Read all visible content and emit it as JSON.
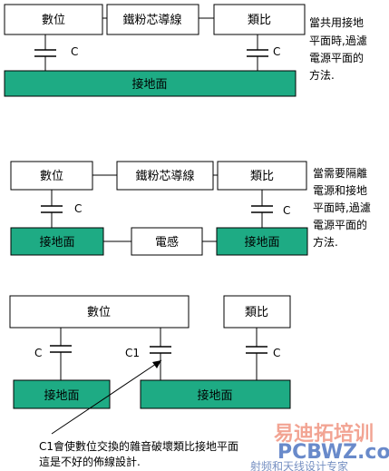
{
  "section1": {
    "digital": "數位",
    "ferrite": "鐵粉芯導線",
    "analog": "類比",
    "c_left": "C",
    "c_right": "C",
    "ground": "接地面",
    "note": [
      "當共用接地",
      "平面時,過濾",
      "電源平面的",
      "方法."
    ]
  },
  "section2": {
    "digital": "數位",
    "ferrite": "鐵粉芯導線",
    "analog": "類比",
    "c_left": "C",
    "c_right": "C",
    "ground_left": "接地面",
    "inductor": "電感",
    "ground_right": "接地面",
    "note": [
      "當需要隔離",
      "電源和接地",
      "平面時,過濾",
      "電源平面的",
      "方法."
    ]
  },
  "section3": {
    "digital": "數位",
    "analog": "類比",
    "c_left": "C",
    "c1": "C1",
    "c_right": "C",
    "ground_left": "接地面",
    "ground_right": "接地面",
    "note": [
      "C1會使數位交換的雜音破壞類比接地平面",
      "這是不好的佈線設計."
    ]
  },
  "watermark": {
    "cn": "易迪拓培训",
    "en": "PCBWZ.com",
    "sub": "射频和天线设计专家"
  },
  "colors": {
    "ground_fill": "#1eab84",
    "box_fill": "#ffffff"
  }
}
